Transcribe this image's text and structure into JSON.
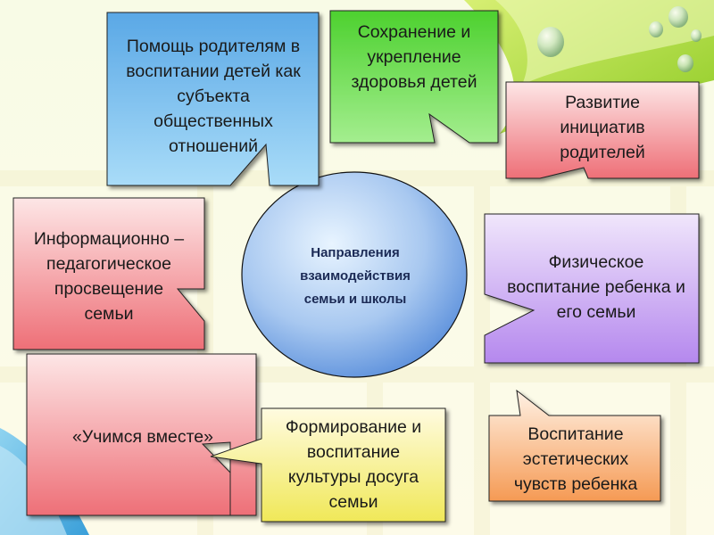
{
  "center": {
    "text": "Направления\nвзаимодействия\nсемьи и школы"
  },
  "callouts": [
    {
      "id": "parents-help",
      "text": "Помощь родителям в\nвоспитании детей как\nсубъекта\nобщественных\nотношений",
      "color": "#7cc6f0"
    },
    {
      "id": "health",
      "text": "Сохранение и\nукрепление\nздоровья детей",
      "color": "#63dc4c"
    },
    {
      "id": "initiatives",
      "text": "Развитие\nинициатив\nродителей",
      "color": "#f07f86"
    },
    {
      "id": "education",
      "text": "Информационно –\nпедагогическое\nпросвещение\nсемьи",
      "color": "#f07f86"
    },
    {
      "id": "physical",
      "text": "Физическое\nвоспитание ребенка и\nего семьи",
      "color": "#c79cf2"
    },
    {
      "id": "learn-together",
      "text": "«Учимся вместе»",
      "color": "#f07f86"
    },
    {
      "id": "leisure",
      "text": "Формирование  и\nвоспитание\nкультуры досуга\nсемьи",
      "color": "#f5f06a"
    },
    {
      "id": "aesthetic",
      "text": "Воспитание\nэстетических\nчувств ребенка",
      "color": "#f7a260"
    }
  ]
}
